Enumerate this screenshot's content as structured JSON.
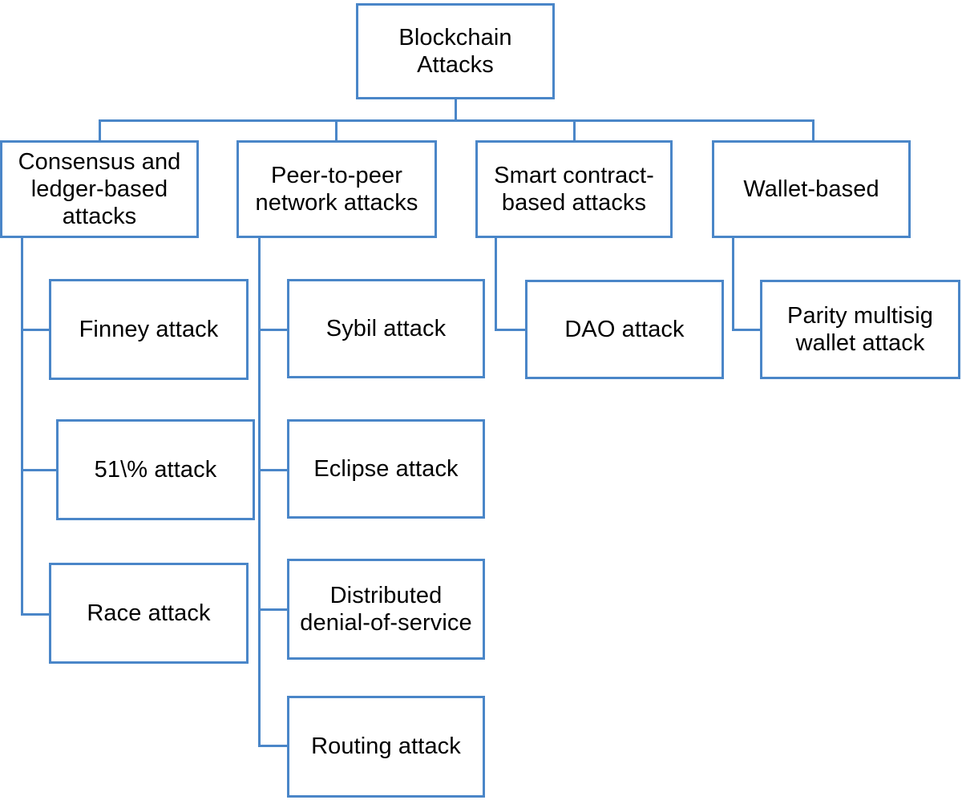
{
  "diagram": {
    "title": "Blockchain Attacks taxonomy",
    "type": "tree",
    "accent_color": "#4a86c8",
    "text_color": "#000000",
    "background_color": "#ffffff",
    "root": {
      "label": "Blockchain\nAttacks"
    },
    "categories": [
      {
        "label": "Consensus and\nledger-based\nattacks",
        "children": [
          {
            "label": "Finney attack"
          },
          {
            "label": "51\\% attack"
          },
          {
            "label": "Race attack"
          }
        ]
      },
      {
        "label": "Peer-to-peer\nnetwork attacks",
        "children": [
          {
            "label": "Sybil attack"
          },
          {
            "label": "Eclipse attack"
          },
          {
            "label": "Distributed\ndenial-of-service"
          },
          {
            "label": "Routing attack"
          }
        ]
      },
      {
        "label": "Smart contract-\nbased attacks",
        "children": [
          {
            "label": "DAO attack"
          }
        ]
      },
      {
        "label": "Wallet-based",
        "children": [
          {
            "label": "Parity multisig\nwallet attack"
          }
        ]
      }
    ]
  }
}
